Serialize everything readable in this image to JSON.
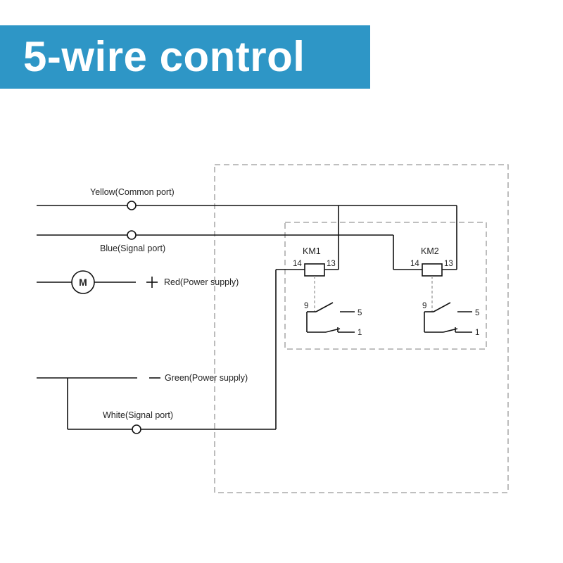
{
  "title": "5-wire control",
  "colors": {
    "banner": "#2e96c6",
    "line": "#111111",
    "dash": "#999999"
  },
  "wires": {
    "yellow": "Yellow(Common port)",
    "blue": "Blue(Signal port)",
    "red": "Red(Power supply)",
    "green": "Green(Power supply)",
    "white": "White(Signal port)"
  },
  "motor": "M",
  "relays": [
    {
      "name": "KM1",
      "coil_left": "14",
      "coil_right": "13",
      "common": "9",
      "no": "5",
      "nc": "1"
    },
    {
      "name": "KM2",
      "coil_left": "14",
      "coil_right": "13",
      "common": "9",
      "no": "5",
      "nc": "1"
    }
  ]
}
